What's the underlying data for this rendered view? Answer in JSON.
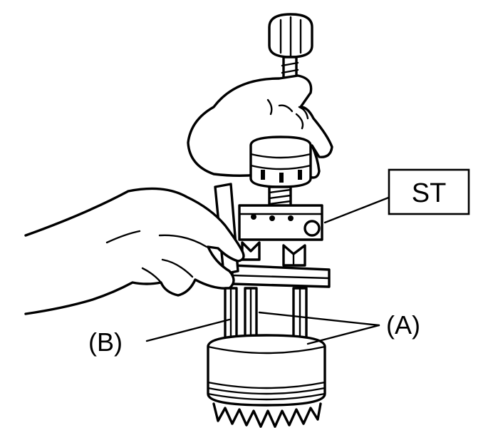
{
  "labels": {
    "st": "ST",
    "a": "(A)",
    "b": "(B)"
  },
  "colors": {
    "line": "#000000",
    "background": "#ffffff"
  }
}
